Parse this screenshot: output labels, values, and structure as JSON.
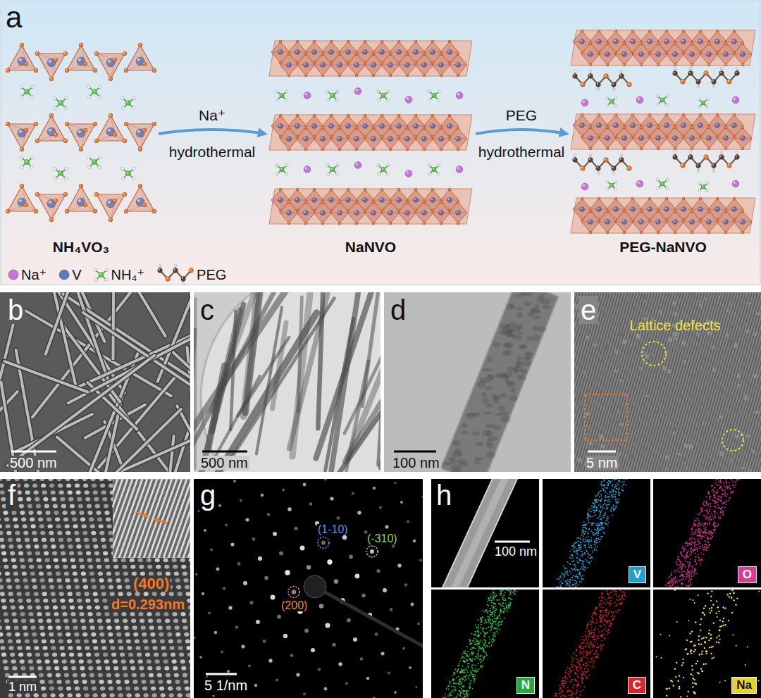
{
  "diagram": {
    "nodes": [
      {
        "text": [
          "NH₄VO₃"
        ]
      },
      {
        "text": [
          "NaNVO"
        ]
      },
      {
        "text": [
          "PEG-NaNVO"
        ]
      },
      {
        "text": [
          "V"
        ]
      },
      {
        "text": [
          "O"
        ]
      },
      {
        "text": [
          "N"
        ]
      },
      {
        "text": [
          "C"
        ]
      },
      {
        "text": [
          "Na"
        ]
      }
    ],
    "edges": [
      {
        "from": 0,
        "to": 1,
        "arrow": "to",
        "label": "Na⁺ hydrothermal"
      },
      {
        "from": 1,
        "to": 2,
        "arrow": "to",
        "label": "PEG hydrothermal"
      }
    ],
    "labels": [
      "a",
      "b",
      "500 nm",
      "c",
      "500 nm",
      "d",
      "100 nm",
      "e",
      "Lattice defects",
      "5 nm",
      "f",
      "(400)",
      "d=0.293nm",
      "1 nm",
      "g",
      "(1-10)",
      "(-310)",
      "(200)",
      "5 1/nm",
      "h",
      "100 nm"
    ],
    "legend": [
      {
        "text": "Na⁺",
        "color": "#c774d8"
      },
      {
        "text": "V",
        "color": "#5b7cc0"
      },
      {
        "text": "NH₄⁺"
      },
      {
        "text": "PEG"
      }
    ]
  }
}
